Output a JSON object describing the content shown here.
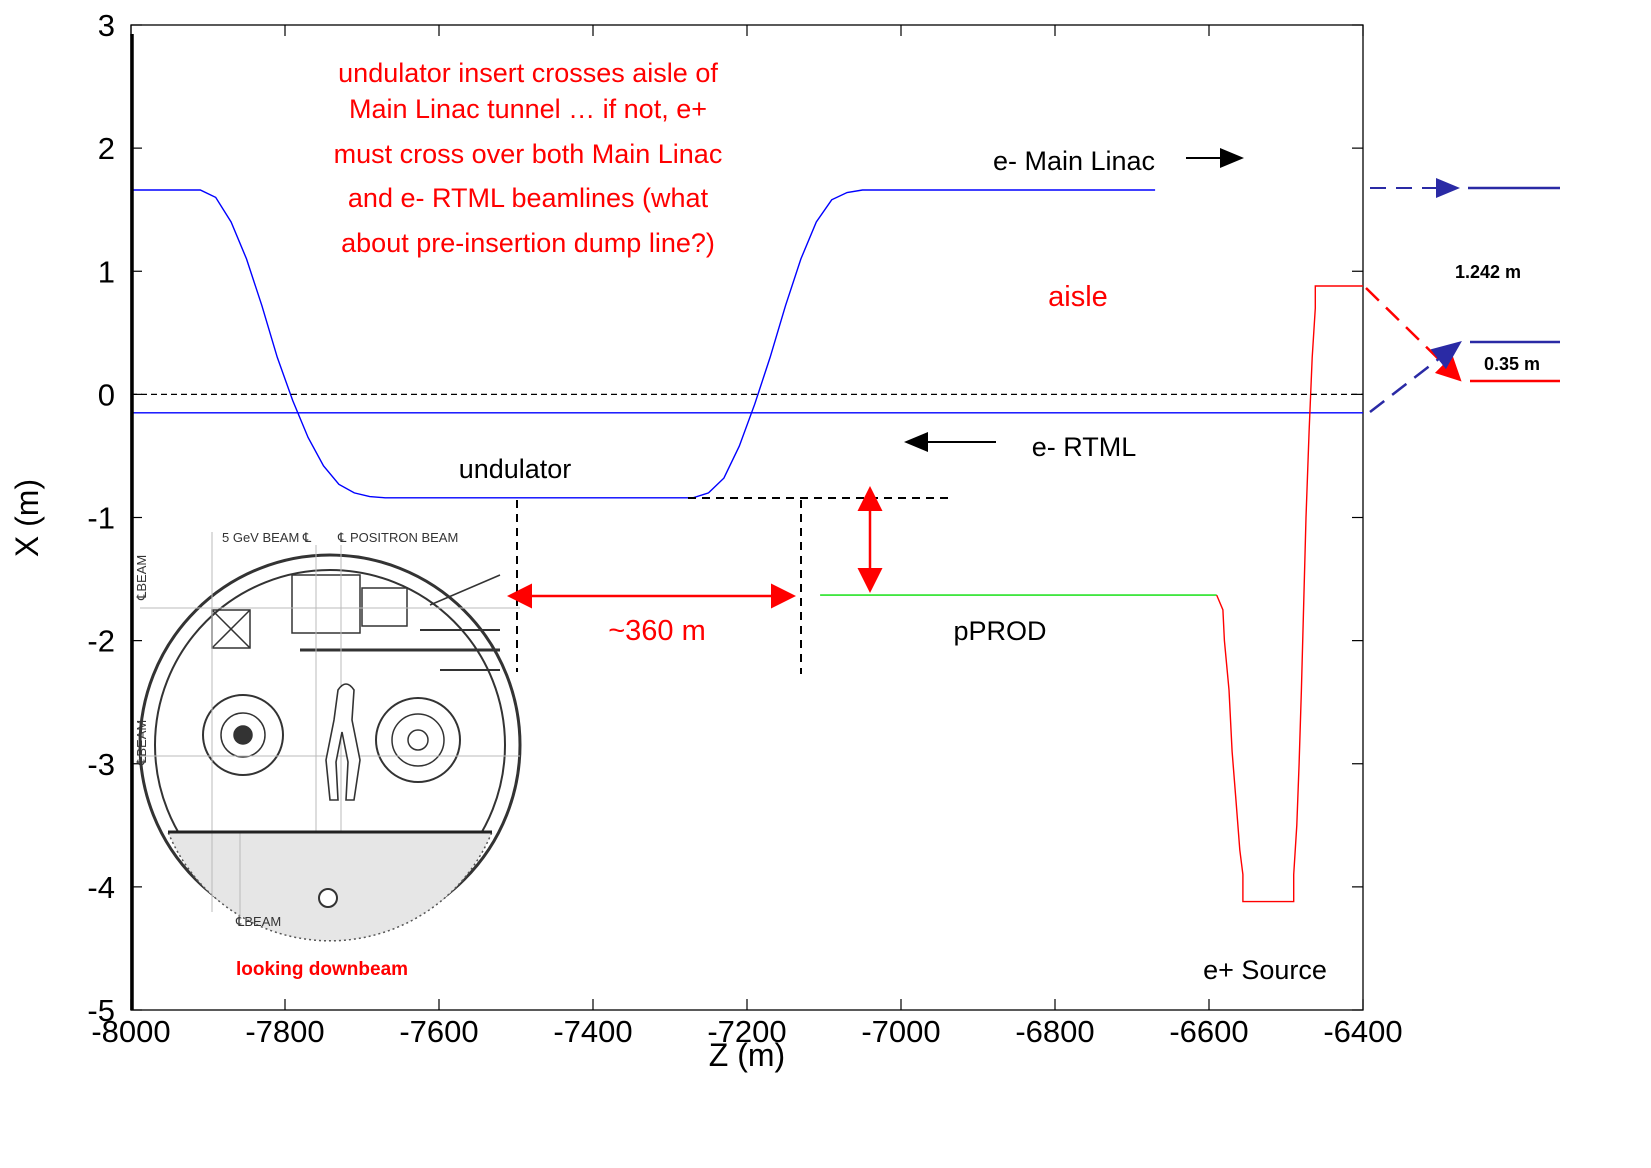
{
  "chart_data": {
    "type": "line",
    "title": "",
    "xlabel": "Z (m)",
    "ylabel": "X (m)",
    "xlim": [
      -8000,
      -6400
    ],
    "ylim": [
      -5,
      3
    ],
    "x_ticks": [
      "-8000",
      "-7800",
      "-7600",
      "-7400",
      "-7200",
      "-7000",
      "-6800",
      "-6600",
      "-6400"
    ],
    "y_ticks": [
      "3",
      "2",
      "1",
      "0",
      "-1",
      "-2",
      "-3",
      "-4",
      "-5"
    ],
    "grid": false,
    "series": [
      {
        "name": "",
        "color": "#0000ff",
        "x": [
          -8000,
          -7910,
          -7890,
          -7870,
          -7850,
          -7830,
          -7810,
          -7790,
          -7770,
          -7750,
          -7730,
          -7710,
          -7690,
          -7670,
          -7270,
          -7250,
          -7230,
          -7210,
          -7190,
          -7170,
          -7150,
          -7130,
          -7110,
          -7090,
          -7070,
          -7050,
          -7030,
          -6670
        ],
        "y": [
          1.66,
          1.66,
          1.6,
          1.4,
          1.1,
          0.72,
          0.3,
          -0.05,
          -0.35,
          -0.58,
          -0.73,
          -0.8,
          -0.83,
          -0.84,
          -0.84,
          -0.8,
          -0.68,
          -0.42,
          -0.08,
          0.3,
          0.72,
          1.1,
          1.4,
          1.58,
          1.64,
          1.66,
          1.66,
          1.66
        ]
      },
      {
        "name": "",
        "color": "#0000ff",
        "x": [
          -8000,
          -6400
        ],
        "y": [
          -0.15,
          -0.15
        ]
      },
      {
        "name": "",
        "color": "#00dd00",
        "x": [
          -7105,
          -6590
        ],
        "y": [
          -1.63,
          -1.63
        ]
      },
      {
        "name": "",
        "color": "#ff0000",
        "x": [
          -6590,
          -6582,
          -6580,
          -6574,
          -6570,
          -6565,
          -6560,
          -6556,
          -6556,
          -6490,
          -6490,
          -6486,
          -6483,
          -6480,
          -6477,
          -6474,
          -6470,
          -6466,
          -6462,
          -6462,
          -6400
        ],
        "y": [
          -1.63,
          -1.75,
          -2.0,
          -2.4,
          -2.9,
          -3.3,
          -3.7,
          -3.9,
          -4.12,
          -4.12,
          -3.9,
          -3.5,
          -3.0,
          -2.4,
          -1.7,
          -1.0,
          -0.3,
          0.3,
          0.7,
          0.88,
          0.88
        ]
      },
      {
        "name": "",
        "color": "#000000",
        "dashed": true,
        "x": [
          -8000,
          -6400
        ],
        "y": [
          0,
          0
        ]
      }
    ],
    "annotations": {
      "insert_note": [
        "undulator insert crosses aisle of",
        "Main Linac tunnel … if not, e+",
        "must cross over both Main Linac",
        "and e- RTML beamlines (what",
        "about pre-insertion dump line?)"
      ],
      "main_linac": "e- Main Linac",
      "aisle": "aisle",
      "rtml": "e- RTML",
      "undulator": "undulator",
      "pprod": "pPROD",
      "distance": "~360 m",
      "source": "e+ Source",
      "looking": "looking downbeam",
      "width_1": "1.242 m",
      "width_2": "0.35 m"
    },
    "inset": {
      "beam_5gev": "5 GeV BEAM ℄",
      "positron_beam": "℄ POSITRON BEAM",
      "beam_label": "℄BEAM"
    }
  }
}
